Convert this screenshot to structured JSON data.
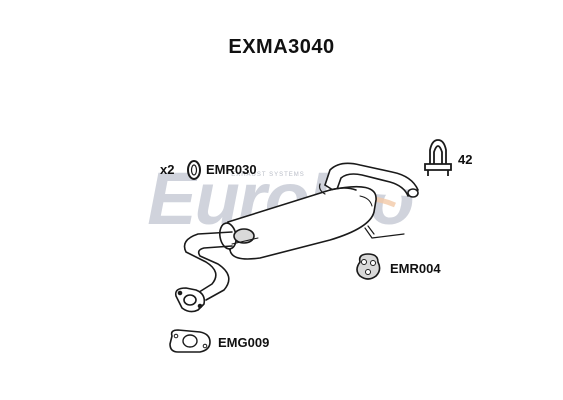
{
  "diagram": {
    "part_number": "EXMA3040",
    "watermark": {
      "brand": "EuroFlo",
      "tagline": "EXHAUST SYSTEMS",
      "color": "#c8ccd6",
      "accent": "#f2c9a8"
    },
    "parts": {
      "gasket_ring": {
        "quantity": "x2",
        "code": "EMR030"
      },
      "clamp": {
        "code": "42"
      },
      "rubber_mount": {
        "code": "EMR004"
      },
      "flange_gasket": {
        "code": "EMG009"
      }
    },
    "colors": {
      "outline": "#1a1a1a",
      "fill": "#ffffff",
      "shade": "#d9d9d9"
    }
  }
}
